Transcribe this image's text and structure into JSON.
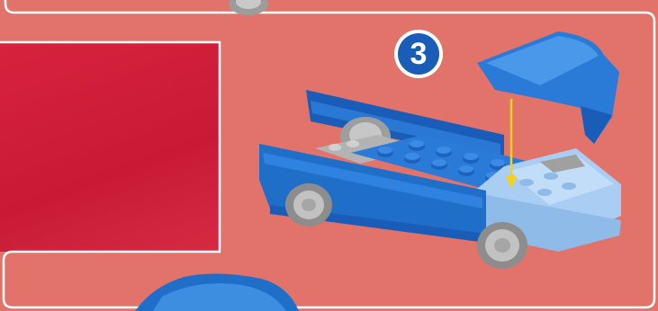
{
  "step": {
    "number": "3"
  },
  "colors": {
    "background": "#e2736b",
    "red_panel": "#d01f3a",
    "brick_blue": "#1f6fc9",
    "brick_light_blue": "#a8cdf2",
    "wheel_gray": "#b8b8b8",
    "arrow": "#f2d21a"
  },
  "icons": {
    "car_model": "car-build-model",
    "step_arrow": "down-arrow"
  }
}
